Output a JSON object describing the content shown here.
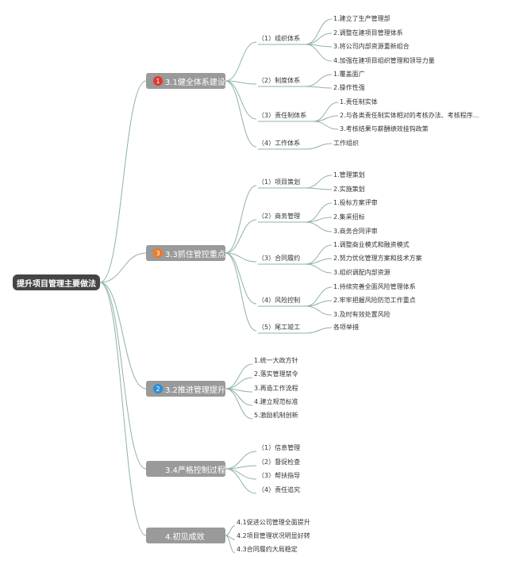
{
  "root": {
    "label": "提升项目管理主要做法"
  },
  "colors": {
    "line": "#8fb3a1",
    "root_bg": "#454545",
    "topic_bg": "#9a9a9a"
  },
  "branches": [
    {
      "label": "3.1健全体系建设",
      "badge": "1",
      "badge_color": "#e0382b",
      "children": [
        {
          "label": "（1）组织体系",
          "items": [
            "1.建立了生产管理部",
            "2.调整在建项目管理体系",
            "3.将公司内部资源重新组合",
            "4.加强在建项目组织管理和领导力量"
          ]
        },
        {
          "label": "（2）制度体系",
          "items": [
            "1.覆盖面广",
            "2.操作性强"
          ]
        },
        {
          "label": "（3）责任制体系",
          "items": [
            "1.责任制实体",
            "2.与各类责任制实体相对的考核办法、考核程序...",
            "3.考核结果与薪酬绩效挂钩政策"
          ]
        },
        {
          "label": "（4）工作体系",
          "items": [
            "工作组织"
          ]
        }
      ]
    },
    {
      "label": "3.3抓住管控重点",
      "badge": "3",
      "badge_color": "#f07a22",
      "children": [
        {
          "label": "（1）项目策划",
          "items": [
            "1.管理策划",
            "2.实施策划"
          ]
        },
        {
          "label": "（2）商务管理",
          "items": [
            "1.投标方案评审",
            "2.集采招标",
            "3.商务合同评审"
          ]
        },
        {
          "label": "（3）合同履约",
          "items": [
            "1.调整商业模式和融资模式",
            "2.努力优化管理方案和技术方案",
            "3.组织调配内部资源"
          ]
        },
        {
          "label": "（4）风险控制",
          "items": [
            "1.持续完善全面风险管理体系",
            "2.牢牢把握风险防范工作重点",
            "3.及时有效处置风险"
          ]
        },
        {
          "label": "（5）尾工竣工",
          "items": [
            "各项举措"
          ]
        }
      ]
    },
    {
      "label": "3.2推进管理提升",
      "badge": "2",
      "badge_color": "#2a8fd8",
      "items": [
        "1.统一大政方针",
        "2.落实管理禁令",
        "3.再造工作流程",
        "4.建立规范标准",
        "5.激励机制创新"
      ]
    },
    {
      "label": "3.4严格控制过程",
      "badge": "",
      "badge_color": "#9a9a9a",
      "items": [
        "（1）信息管理",
        "（2）督促检查",
        "（3）帮扶指导",
        "（4）责任追究"
      ]
    },
    {
      "label": "4.初见成效",
      "badge": "",
      "badge_color": "#9a9a9a",
      "items": [
        "4.1促进公司管理全面提升",
        "4.2项目管理状况明显好转",
        "4.3合同履约大局稳定"
      ]
    }
  ]
}
